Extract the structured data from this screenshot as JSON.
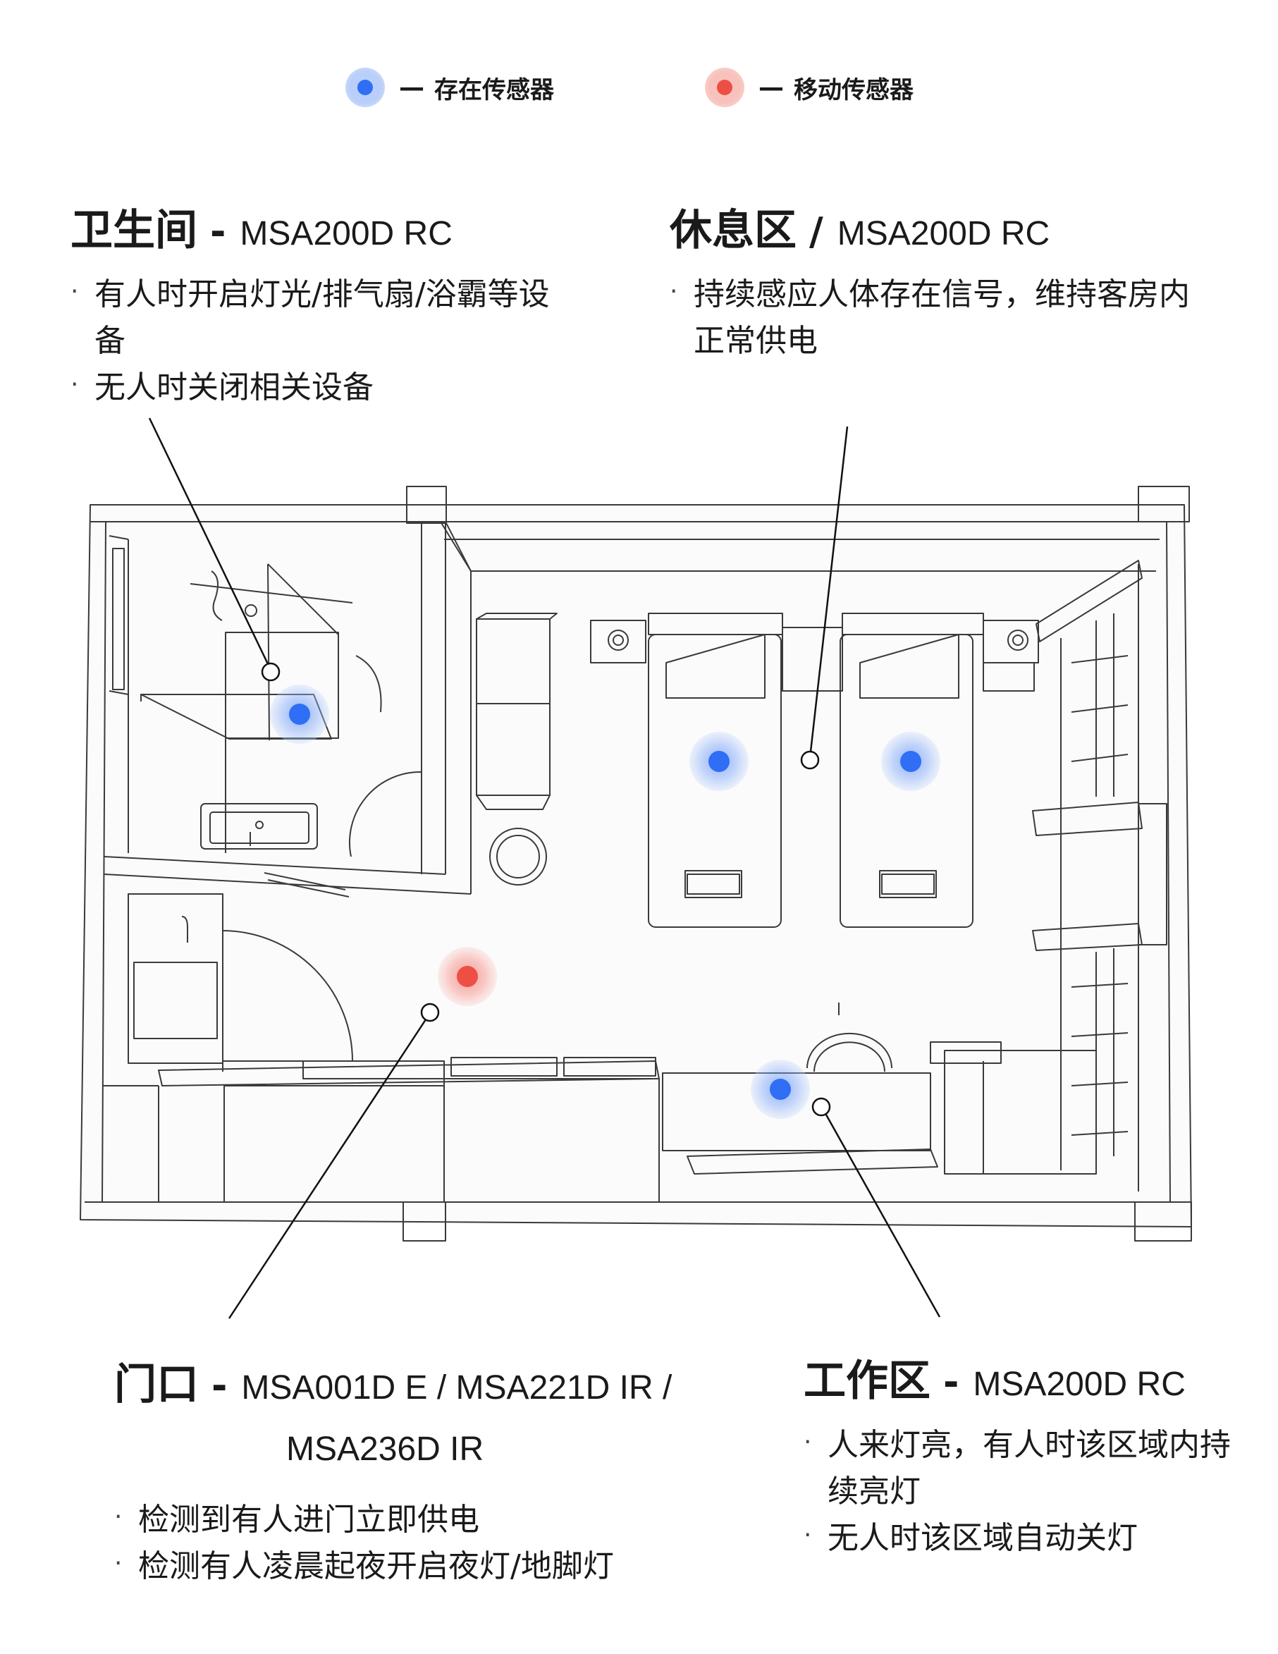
{
  "legend": {
    "presence": {
      "dash": "—",
      "label": "存在传感器",
      "color": "#2f6ef5"
    },
    "motion": {
      "dash": "—",
      "label": "移动传感器",
      "color": "#ee4f45"
    }
  },
  "zones": {
    "bathroom": {
      "name": "卫生间",
      "sep": "-",
      "model": "MSA200D RC",
      "bullets": [
        "有人时开启灯光/排气扇/浴霸等设备",
        "无人时关闭相关设备"
      ]
    },
    "rest": {
      "name": "休息区",
      "sep": "/",
      "model": "MSA200D RC",
      "bullets": [
        "持续感应人体存在信号，维持客房内正常供电"
      ]
    },
    "entrance": {
      "name": "门口",
      "sep": "-",
      "model": "MSA001D E / MSA221D IR /",
      "model_line2": "MSA236D IR",
      "bullets": [
        "检测到有人进门立即供电",
        "检测有人凌晨起夜开启夜灯/地脚灯"
      ]
    },
    "work": {
      "name": "工作区",
      "sep": "-",
      "model": "MSA200D RC",
      "bullets": [
        "人来灯亮，有人时该区域内持续亮灯",
        "无人时该区域自动关灯"
      ]
    }
  },
  "sensors": [
    {
      "id": "bathroom-presence",
      "type": "presence"
    },
    {
      "id": "bed-left-presence",
      "type": "presence"
    },
    {
      "id": "bed-right-presence",
      "type": "presence"
    },
    {
      "id": "entrance-motion",
      "type": "motion"
    },
    {
      "id": "desk-presence",
      "type": "presence"
    }
  ]
}
